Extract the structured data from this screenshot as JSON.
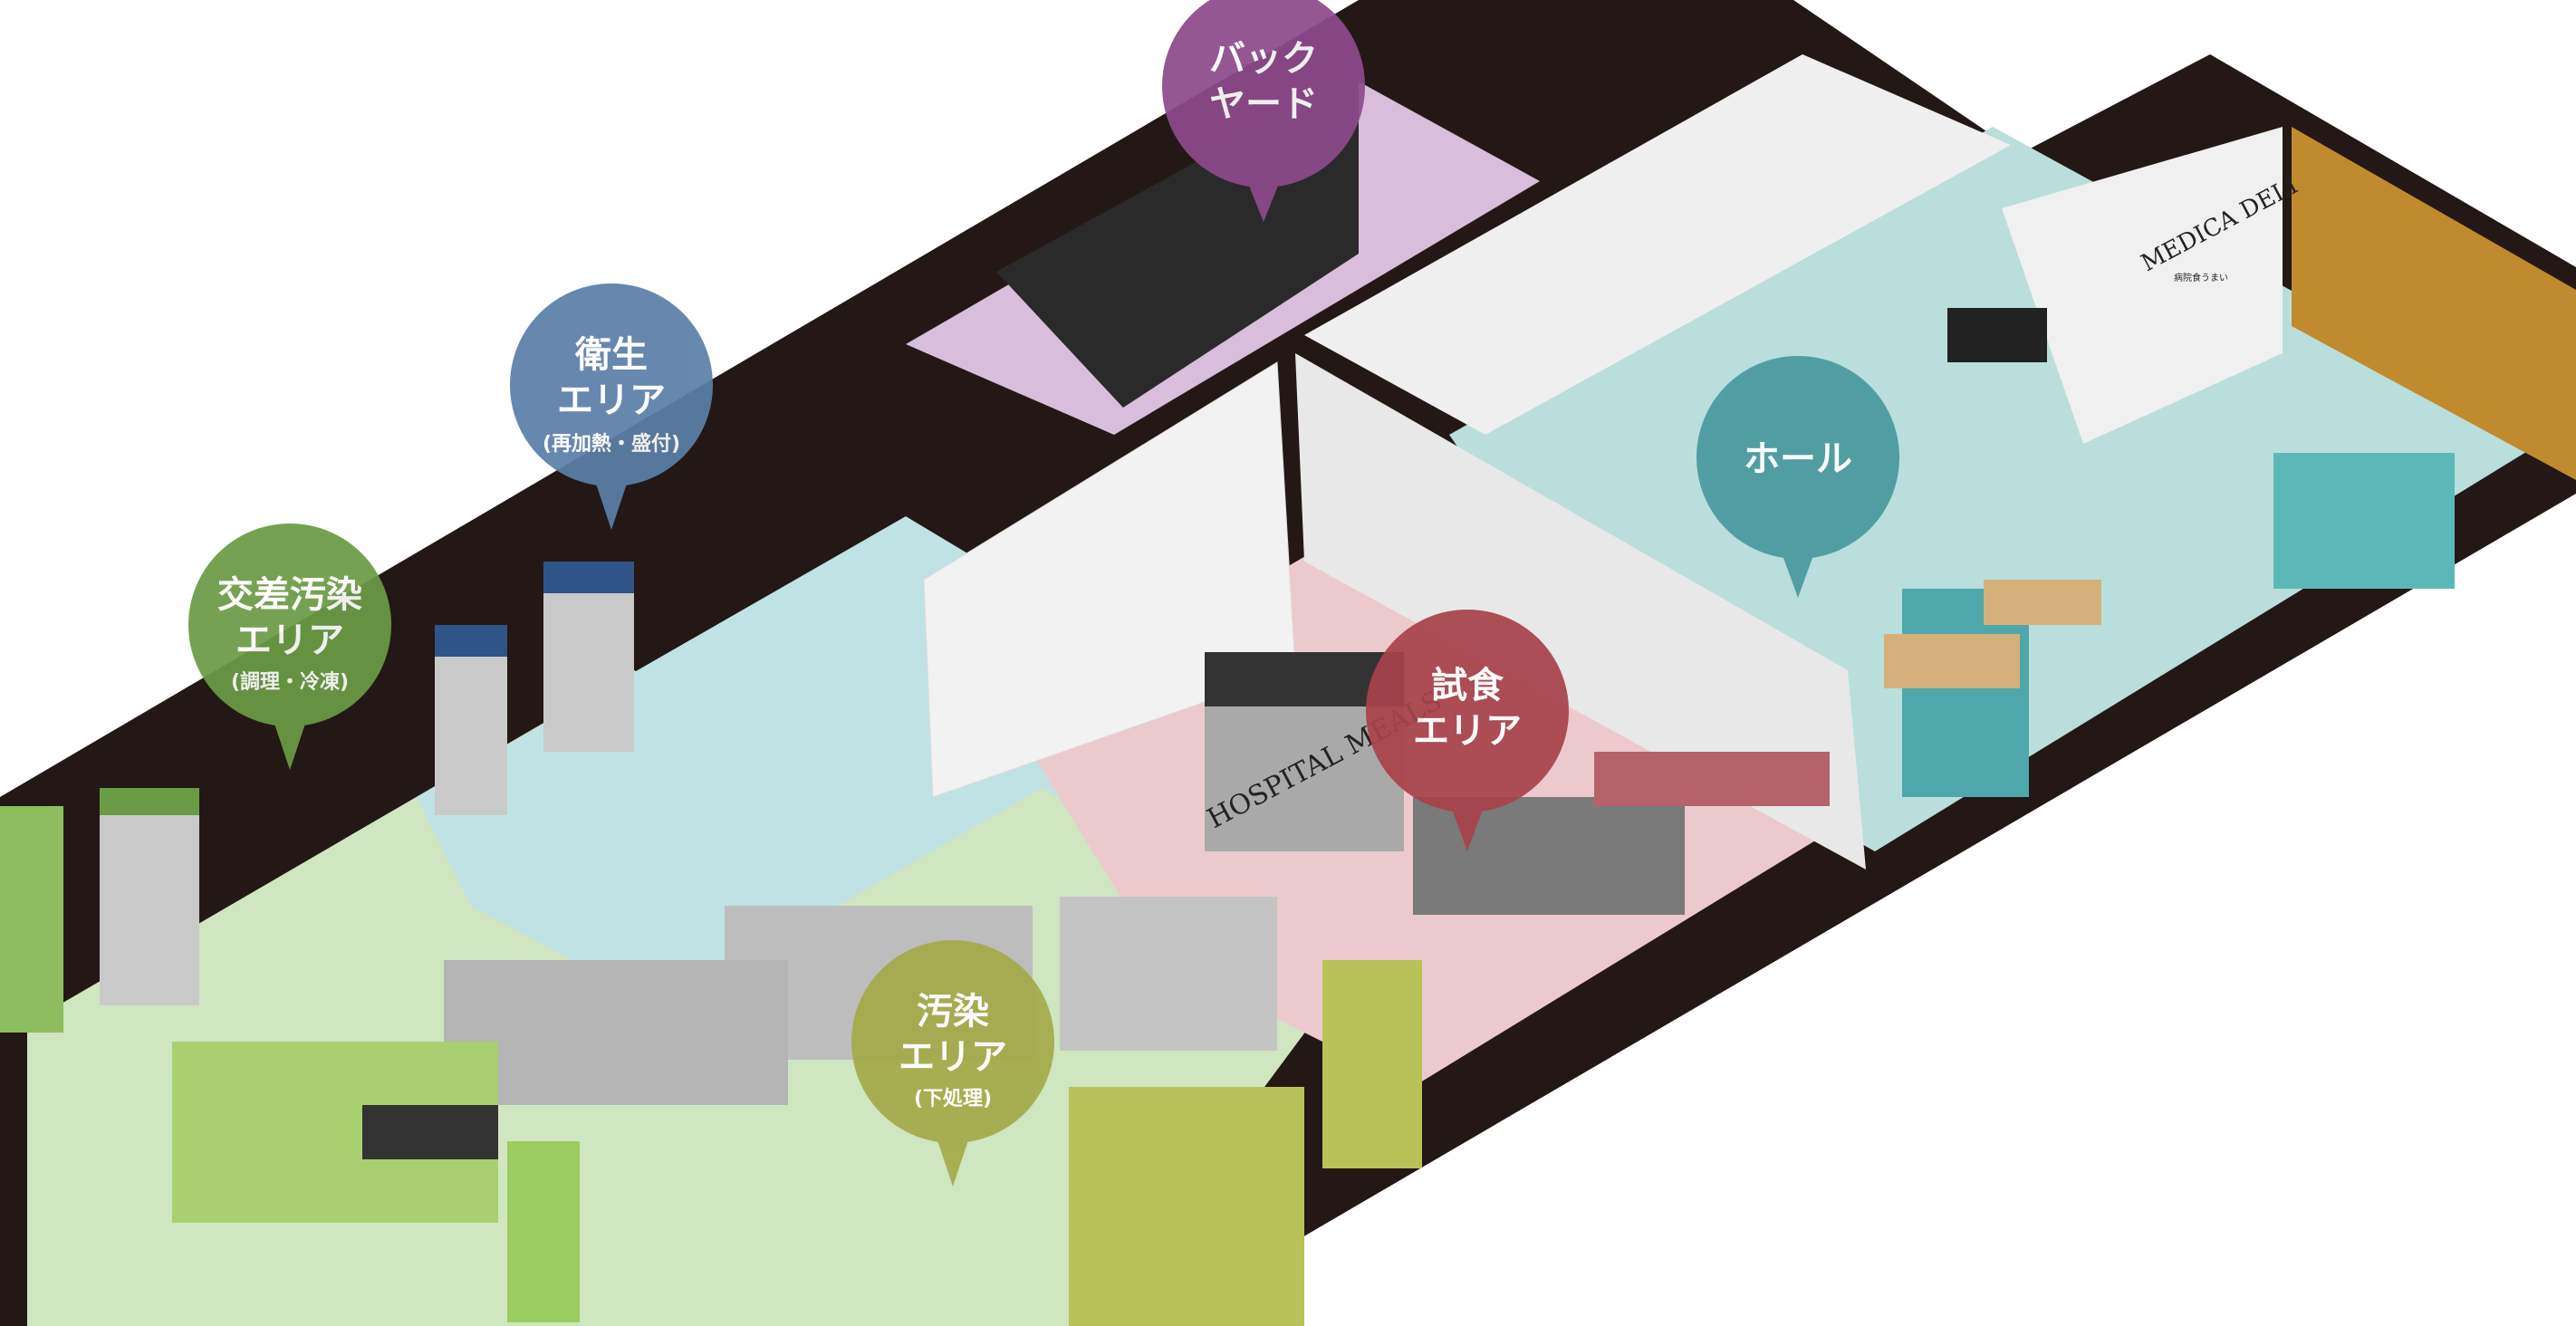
{
  "areas": [
    {
      "id": "backyard",
      "lines": [
        "バック",
        "ヤード"
      ],
      "sub": "",
      "color": "#8e4a8c"
    },
    {
      "id": "hygiene",
      "lines": [
        "衛生",
        "エリア"
      ],
      "sub": "(再加熱・盛付)",
      "color": "#5b80a8"
    },
    {
      "id": "cross",
      "lines": [
        "交差汚染",
        "エリア"
      ],
      "sub": "(調理・冷凍)",
      "color": "#6b9c45"
    },
    {
      "id": "hall",
      "lines": [
        "ホール"
      ],
      "sub": "",
      "color": "#4a9a9e"
    },
    {
      "id": "tasting",
      "lines": [
        "試食",
        "エリア"
      ],
      "sub": "",
      "color": "#a8434a"
    },
    {
      "id": "contaminated",
      "lines": [
        "汚染",
        "エリア"
      ],
      "sub": "(下処理)",
      "color": "#a5aa4a"
    }
  ],
  "signs": {
    "kitchen": "HOSPITAL MEALS",
    "mural": "MEDICA DELI",
    "mural_sub": "病院食うまい"
  },
  "colors": {
    "wall": "#231815",
    "green_floor": "#cfe6c0",
    "blue_floor": "#bfe2e4",
    "pink_floor": "#ecc9cc",
    "hall_floor": "#b9dedc",
    "back_floor": "#d8bedb"
  }
}
